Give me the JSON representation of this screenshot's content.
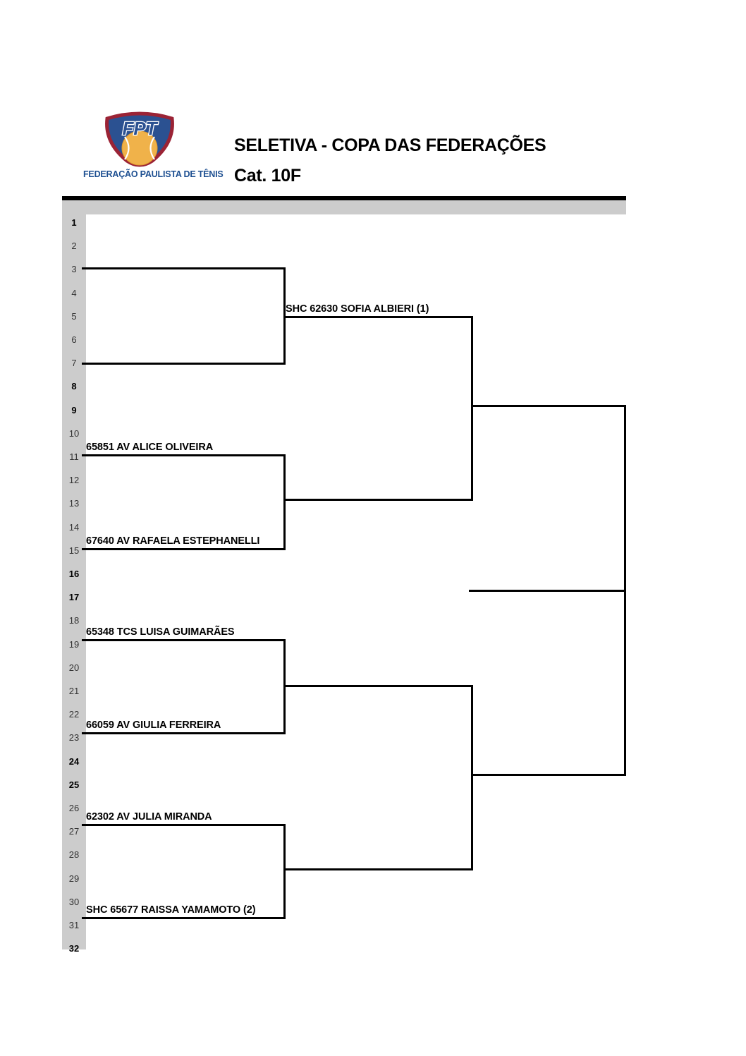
{
  "header": {
    "logo": {
      "mark_text": "FPT",
      "caption": "FEDERAÇÃO PAULISTA DE TÊNIS",
      "shield_color": "#9b2335",
      "shield_fill": "#2b5191",
      "ball_color": "#f0b24a",
      "caption_color": "#1d4f91"
    },
    "title": "SELETIVA - COPA DAS FEDERAÇÕES",
    "subtitle": "Cat. 10F"
  },
  "bracket": {
    "type": "single-elimination",
    "total_rows": 32,
    "row_numbers": [
      {
        "n": "1",
        "bold": true
      },
      {
        "n": "2",
        "bold": false
      },
      {
        "n": "3",
        "bold": false
      },
      {
        "n": "4",
        "bold": false
      },
      {
        "n": "5",
        "bold": false
      },
      {
        "n": "6",
        "bold": false
      },
      {
        "n": "7",
        "bold": false
      },
      {
        "n": "8",
        "bold": true
      },
      {
        "n": "9",
        "bold": true
      },
      {
        "n": "10",
        "bold": false
      },
      {
        "n": "11",
        "bold": false
      },
      {
        "n": "12",
        "bold": false
      },
      {
        "n": "13",
        "bold": false
      },
      {
        "n": "14",
        "bold": false
      },
      {
        "n": "15",
        "bold": false
      },
      {
        "n": "16",
        "bold": true
      },
      {
        "n": "17",
        "bold": true
      },
      {
        "n": "18",
        "bold": false
      },
      {
        "n": "19",
        "bold": false
      },
      {
        "n": "20",
        "bold": false
      },
      {
        "n": "21",
        "bold": false
      },
      {
        "n": "22",
        "bold": false
      },
      {
        "n": "23",
        "bold": false
      },
      {
        "n": "24",
        "bold": true
      },
      {
        "n": "25",
        "bold": true
      },
      {
        "n": "26",
        "bold": false
      },
      {
        "n": "27",
        "bold": false
      },
      {
        "n": "28",
        "bold": false
      },
      {
        "n": "29",
        "bold": false
      },
      {
        "n": "30",
        "bold": false
      },
      {
        "n": "31",
        "bold": false
      },
      {
        "n": "32",
        "bold": true
      }
    ],
    "round1": [
      {
        "slot": "r1-m1-top",
        "label": ""
      },
      {
        "slot": "r1-m1-bottom",
        "label": ""
      },
      {
        "slot": "r1-m2-top",
        "label": "65851  AV ALICE OLIVEIRA"
      },
      {
        "slot": "r1-m2-bottom",
        "label": "67640 AV RAFAELA ESTEPHANELLI"
      },
      {
        "slot": "r1-m3-top",
        "label": "65348 TCS LUISA GUIMARÃES"
      },
      {
        "slot": "r1-m3-bottom",
        "label": "66059 AV GIULIA FERREIRA"
      },
      {
        "slot": "r1-m4-top",
        "label": "62302 AV JULIA MIRANDA"
      },
      {
        "slot": "r1-m4-bottom",
        "label": "SHC 65677 RAISSA YAMAMOTO (2)"
      }
    ],
    "round2": [
      {
        "slot": "r2-m1-top",
        "label": "SHC 62630 SOFIA ALBIERI (1)"
      },
      {
        "slot": "r2-m1-bottom",
        "label": ""
      },
      {
        "slot": "r2-m2-top",
        "label": ""
      },
      {
        "slot": "r2-m2-bottom",
        "label": ""
      }
    ],
    "round3": [
      {
        "slot": "r3-top",
        "label": ""
      },
      {
        "slot": "r3-bottom",
        "label": ""
      }
    ],
    "final": [
      {
        "slot": "champion",
        "label": ""
      }
    ]
  }
}
